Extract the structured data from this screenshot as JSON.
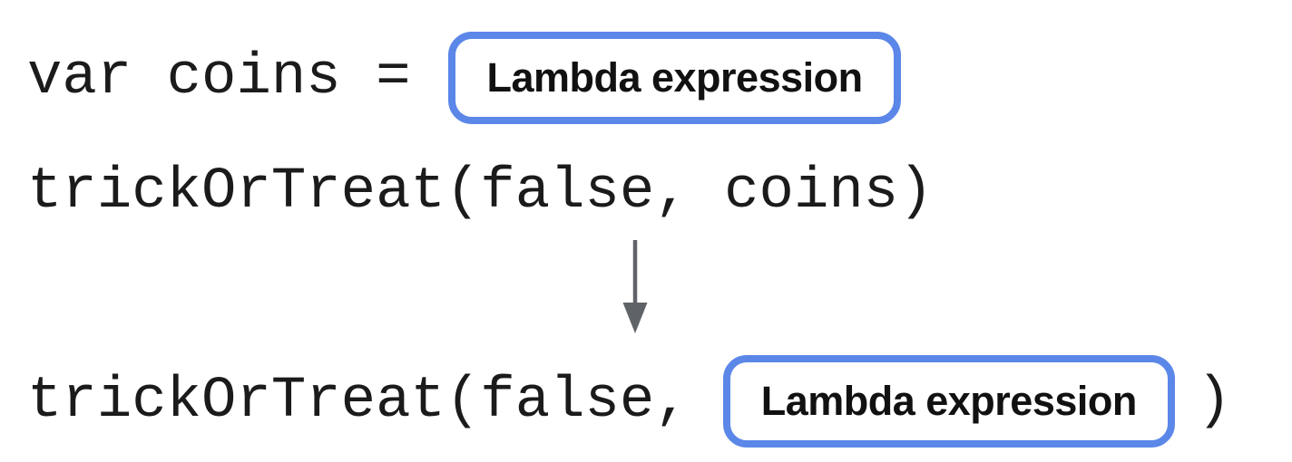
{
  "colors": {
    "accent": "#5b87e8",
    "arrow": "#5f6368",
    "code": "#1b1b1b",
    "label": "#111111",
    "background": "#ffffff"
  },
  "lines": {
    "declaration": {
      "code": "var coins =",
      "pill_label": "Lambda expression"
    },
    "call_with_variable": {
      "code": "trickOrTreat(false, coins)"
    },
    "call_inlined": {
      "code_before": "trickOrTreat(false,",
      "pill_label": "Lambda expression",
      "code_after": ")"
    }
  }
}
